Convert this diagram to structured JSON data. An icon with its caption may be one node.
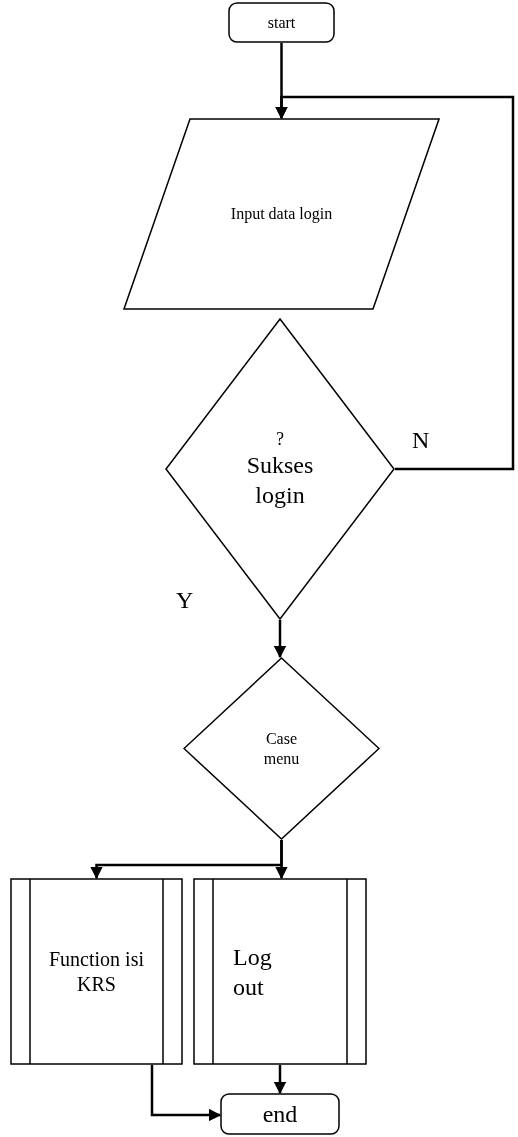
{
  "diagram": {
    "nodes": [
      {
        "text": [
          "start"
        ]
      },
      {
        "text": [
          "Input data login"
        ]
      },
      {
        "text": [
          "?",
          "Sukses login"
        ]
      },
      {
        "text": [
          "Case menu"
        ]
      },
      {
        "text": [
          "Function isi KRS"
        ]
      },
      {
        "text": [
          "Log out"
        ]
      },
      {
        "text": [
          "end"
        ]
      }
    ],
    "edges": [
      {
        "from": 0,
        "to": 1,
        "arrow": "to"
      },
      {
        "from": 2,
        "to": 1,
        "arrow": "to",
        "label": "N"
      },
      {
        "from": 2,
        "to": 3,
        "arrow": "to",
        "label": "Y"
      },
      {
        "from": 3,
        "to": 4,
        "arrow": "to"
      },
      {
        "from": 3,
        "to": 5,
        "arrow": "to"
      },
      {
        "from": 5,
        "to": 6,
        "arrow": "to"
      },
      {
        "from": 4,
        "to": 6,
        "arrow": "to"
      }
    ]
  }
}
